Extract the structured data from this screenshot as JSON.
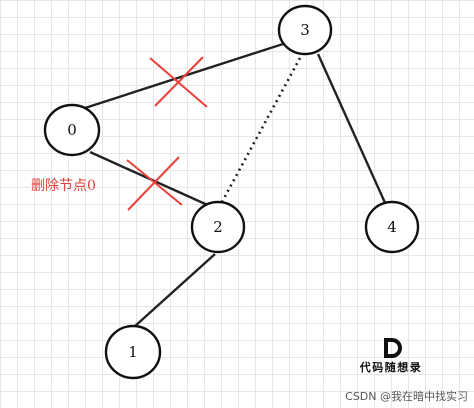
{
  "nodes": [
    {
      "id": "3",
      "label": "3"
    },
    {
      "id": "0",
      "label": "0"
    },
    {
      "id": "2",
      "label": "2"
    },
    {
      "id": "4",
      "label": "4"
    },
    {
      "id": "1",
      "label": "1"
    }
  ],
  "edges": [
    {
      "from": "3",
      "to": "0",
      "style": "solid",
      "crossed_out": true
    },
    {
      "from": "0",
      "to": "2",
      "style": "solid",
      "crossed_out": true
    },
    {
      "from": "3",
      "to": "2",
      "style": "dotted",
      "crossed_out": false
    },
    {
      "from": "3",
      "to": "4",
      "style": "solid",
      "crossed_out": false
    },
    {
      "from": "2",
      "to": "1",
      "style": "solid",
      "crossed_out": false
    }
  ],
  "annotation": {
    "text": "删除节点0",
    "color": "#e0403a"
  },
  "cross_color": "#e8413a",
  "watermark": {
    "logo_letter": "D",
    "brand": "代码随想录",
    "credit": "CSDN @我在暗中找实习"
  }
}
